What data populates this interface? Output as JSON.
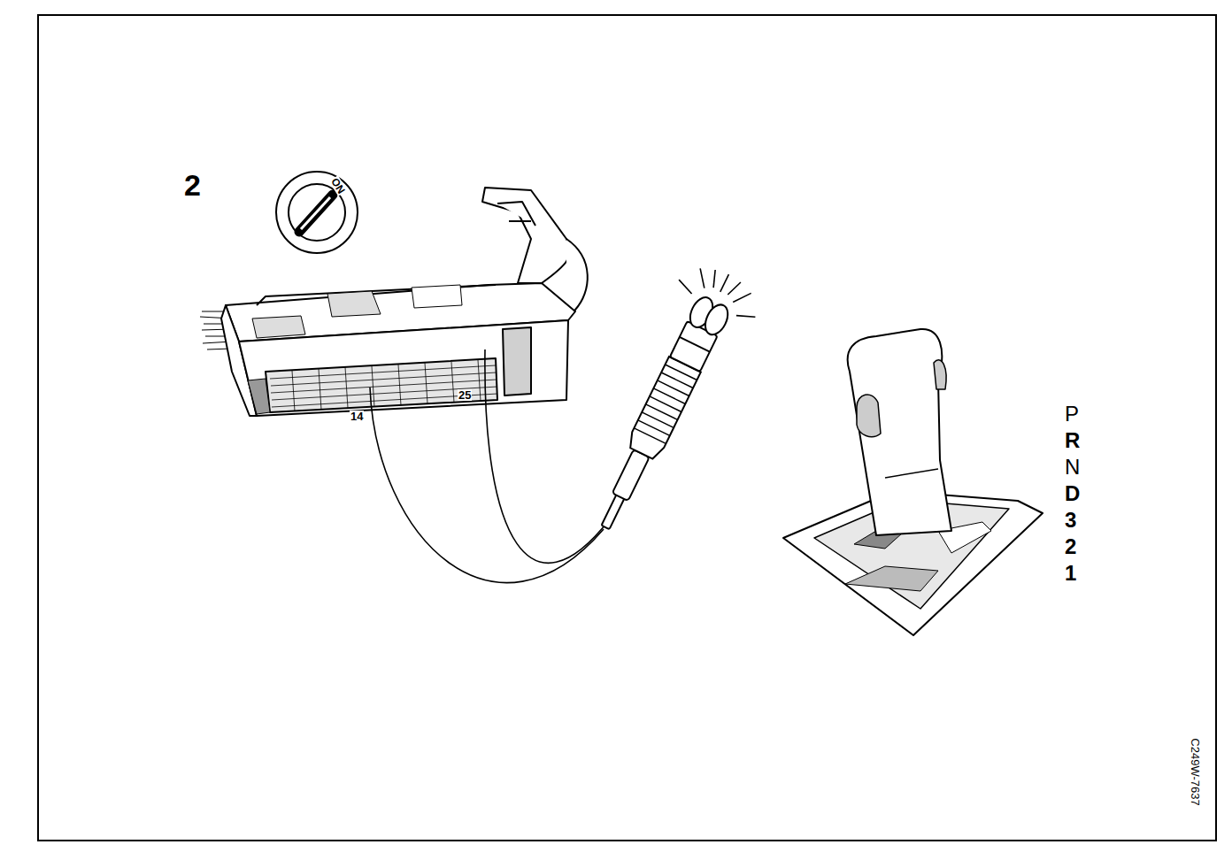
{
  "diagram": {
    "labels": [
      "2",
      "ON",
      "14",
      "25",
      "P",
      "R",
      "N",
      "D",
      "3",
      "2",
      "1",
      "C249W-7637"
    ]
  }
}
